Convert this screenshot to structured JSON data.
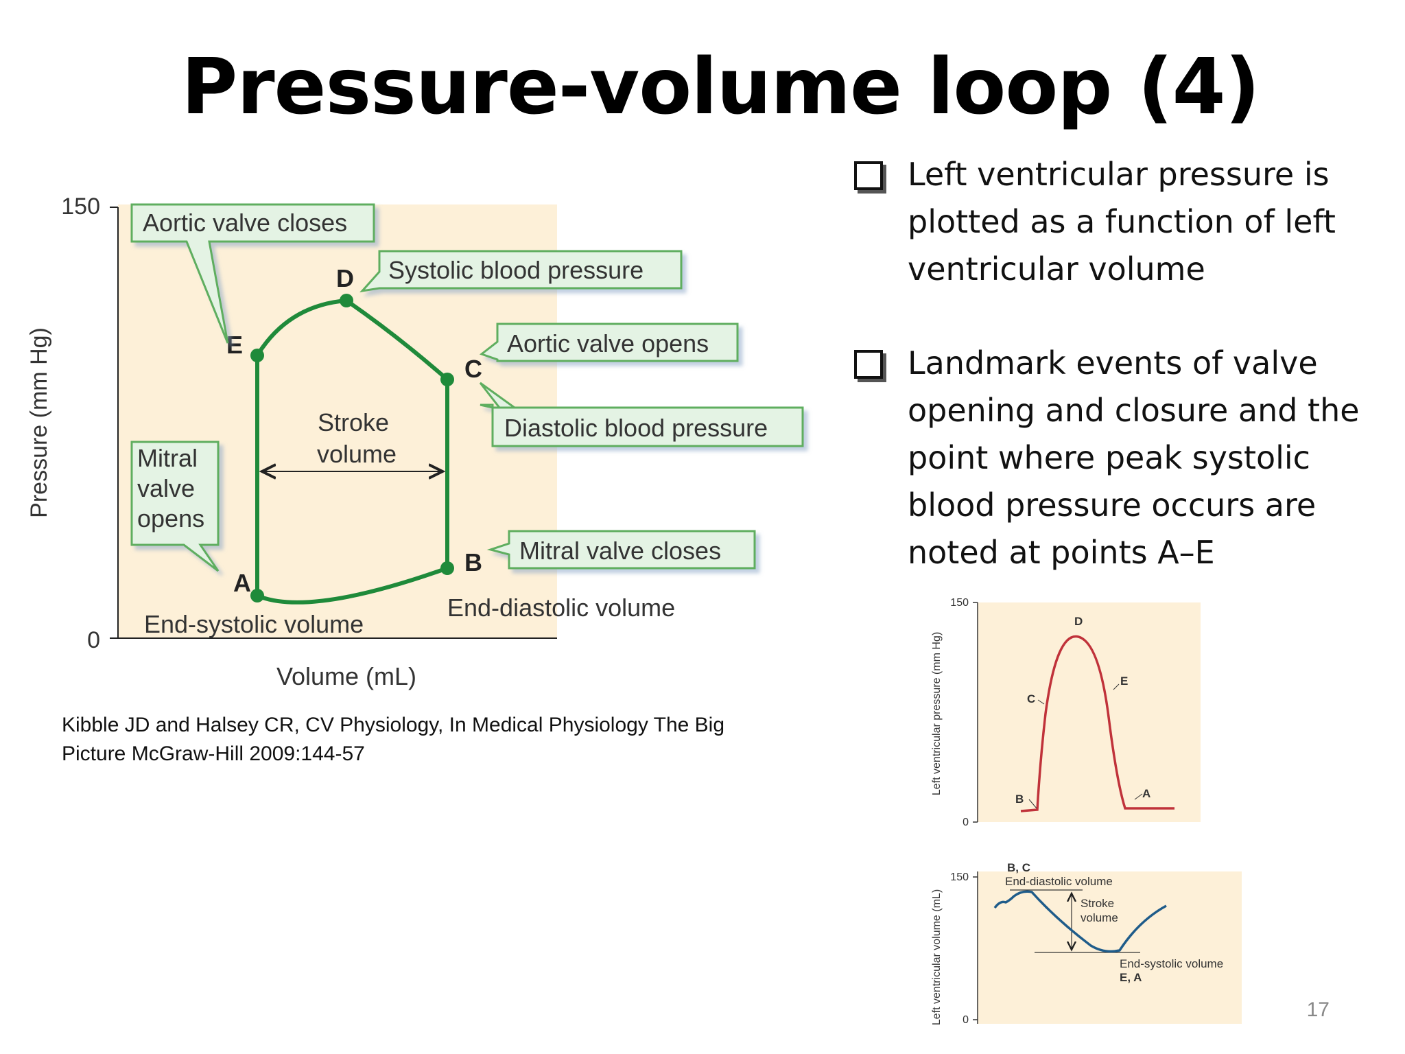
{
  "slide": {
    "title": "Pressure-volume loop (4)",
    "page_number": "17"
  },
  "bullets": [
    "Left ventricular pressure is plotted as a function of left ventricular volume",
    "Landmark events of valve opening and closure and the point where peak systolic blood pressure occurs are noted at points A–E"
  ],
  "citation": "Kibble JD and Halsey CR, CV Physiology, In Medical Physiology The Big Picture McGraw-Hill 2009:144-57",
  "pv_loop": {
    "ylabel": "Pressure (mm Hg)",
    "xlabel": "Volume (mL)",
    "y_max_label": "150",
    "y_min_label": "0",
    "points": {
      "a": "A",
      "b": "B",
      "c": "C",
      "d": "D",
      "e": "E"
    },
    "callouts": {
      "aortic_valve_closes": "Aortic valve closes",
      "systolic_blood_pressure": "Systolic blood pressure",
      "aortic_valve_opens": "Aortic valve opens",
      "diastolic_blood_pressure": "Diastolic blood pressure",
      "mitral_valve_opens": [
        "Mitral",
        "valve",
        "opens"
      ],
      "mitral_valve_closes": "Mitral valve closes"
    },
    "stroke_volume": [
      "Stroke",
      "volume"
    ],
    "end_systolic_volume": "End-systolic volume",
    "end_diastolic_volume": "End-diastolic volume",
    "colors": {
      "loop": "#1f8a3a",
      "panel": "#fdf0d8",
      "callout_fill": "#e4f3e4",
      "callout_border": "#5fae5f"
    }
  },
  "lv_pressure": {
    "ylabel": "Left ventricular pressure (mm Hg)",
    "y_max_label": "150",
    "y_min_label": "0",
    "points": {
      "b": "B",
      "c": "C",
      "d": "D",
      "e": "E",
      "a": "A"
    },
    "colors": {
      "trace": "#c0323a",
      "panel": "#fdf0d8"
    }
  },
  "lv_volume": {
    "ylabel": "Left ventricular volume (mL)",
    "y_max_label": "150",
    "y_min_label": "0",
    "bc_label": "B, C",
    "end_diastolic_volume": "End-diastolic volume",
    "stroke_volume": [
      "Stroke",
      "volume"
    ],
    "end_systolic_volume": "End-systolic volume",
    "ea_label": "E, A",
    "colors": {
      "trace": "#1f5c8a",
      "panel": "#fdf0d8"
    }
  }
}
